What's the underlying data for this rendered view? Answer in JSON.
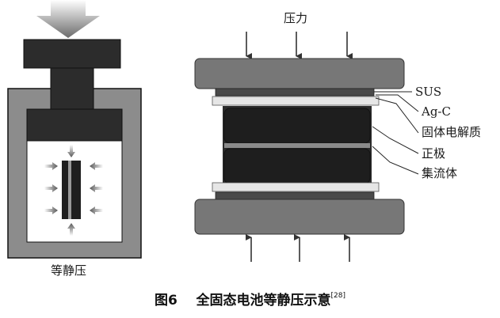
{
  "left_diagram": {
    "label": "等静压"
  },
  "right_diagram": {
    "force_label": "压力",
    "layers": {
      "sus": "SUS",
      "ag_c": "Ag-C",
      "solid_electrolyte": "固体电解质",
      "cathode": "正极",
      "current_collector": "集流体"
    }
  },
  "caption": {
    "figure_number": "图6",
    "title": "全固态电池等静压示意",
    "reference": "[28]"
  }
}
